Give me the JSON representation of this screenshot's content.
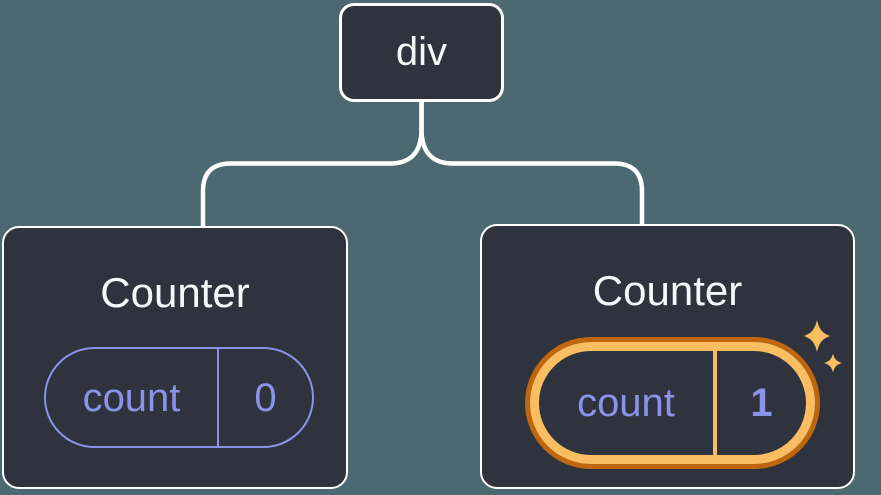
{
  "diagram": {
    "root": {
      "label": "div"
    },
    "nodes": [
      {
        "title": "Counter",
        "state_key": "count",
        "state_value": "0",
        "highlighted": false
      },
      {
        "title": "Counter",
        "state_key": "count",
        "state_value": "1",
        "highlighted": true
      }
    ]
  },
  "icons": {
    "sparkles": "sparkles-icon"
  },
  "colors": {
    "background": "#4C6870",
    "node_background": "#2E333D",
    "node_border": "#FFFFFF",
    "connector": "#FFFFFF",
    "text_primary": "#F6F7F9",
    "state_purple": "#8B93E8",
    "highlight_orange_light": "#FABD62",
    "highlight_orange_dark": "#C0660F"
  }
}
